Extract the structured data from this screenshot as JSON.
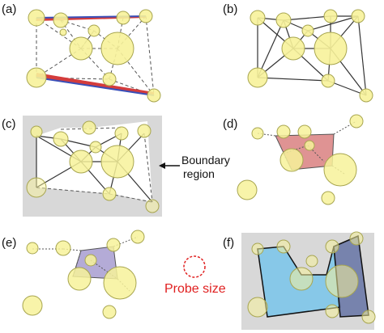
{
  "panels": {
    "a": {
      "label": "(a)"
    },
    "b": {
      "label": "(b)"
    },
    "c": {
      "label": "(c)",
      "annotation_line1": "Boundary",
      "annotation_line2": "region"
    },
    "d": {
      "label": "(d)"
    },
    "e": {
      "label": "(e)"
    },
    "f": {
      "label": "(f)",
      "probe_label": "Probe size"
    }
  },
  "colors": {
    "particle_fill": "#f7f29a",
    "particle_stroke": "#a8a650",
    "boundary_gray": "#d8d8d8",
    "sliver_red": "#d43c3c",
    "sliver_blue": "#3a4fb8",
    "quad_red": "#d98080",
    "quad_purple": "#a79cd0",
    "region_cyan": "#7ec6ea",
    "region_slate": "#6d7aa8",
    "probe_red": "#e02020"
  }
}
